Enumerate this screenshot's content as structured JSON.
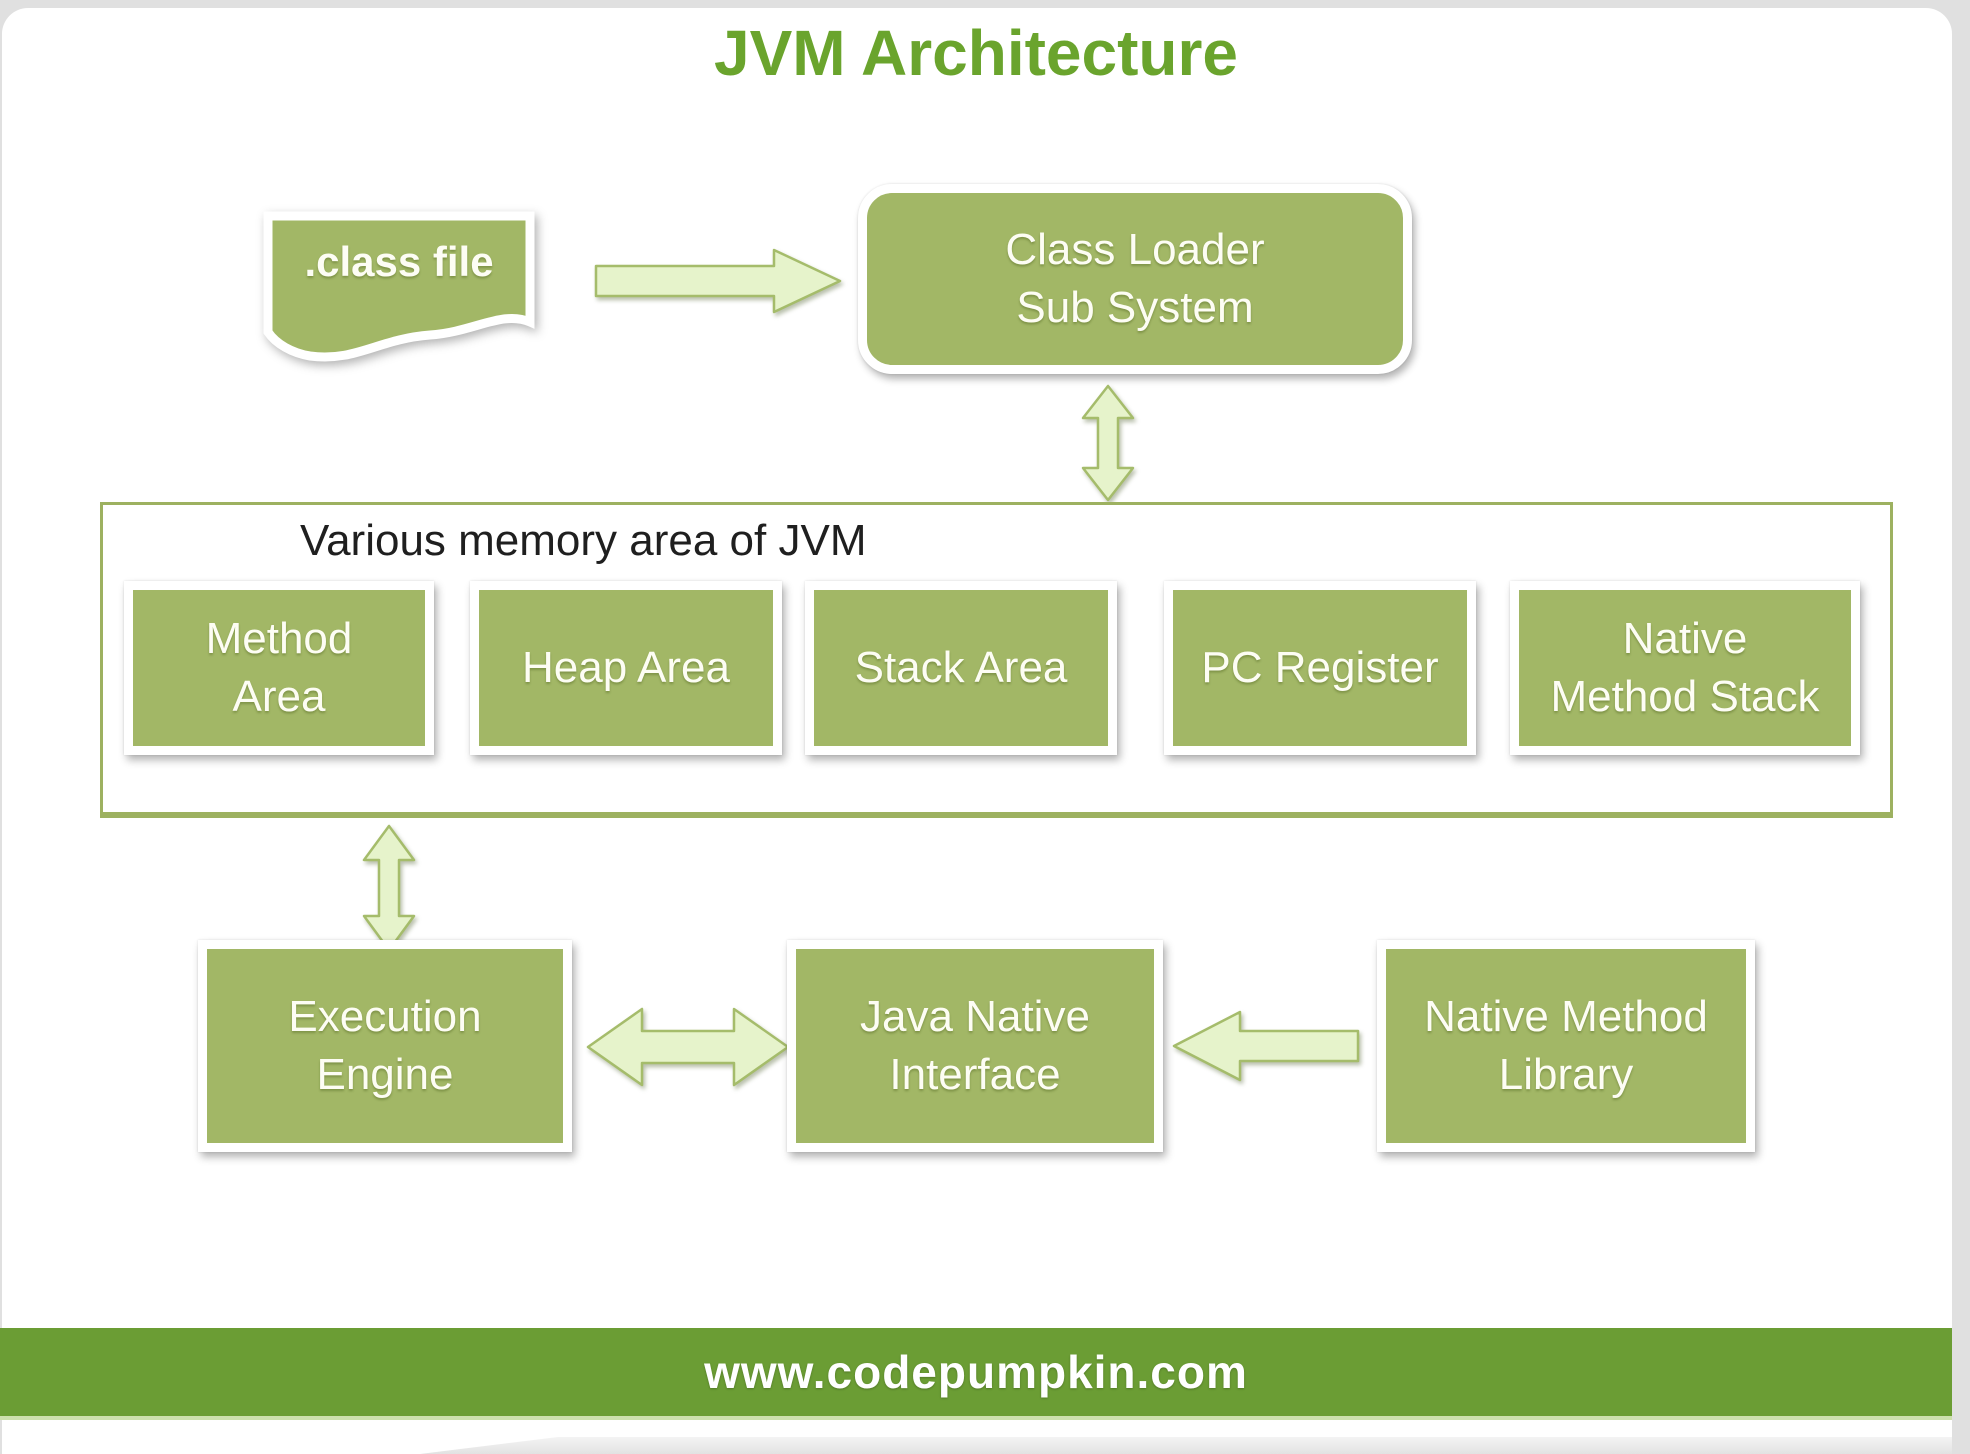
{
  "title": "JVM Architecture",
  "class_file": {
    "label": ".class file"
  },
  "class_loader": {
    "lines": [
      "Class Loader",
      "Sub System"
    ]
  },
  "memory_area": {
    "label": "Various memory area of JVM",
    "boxes": [
      {
        "id": "method-area",
        "lines": [
          "Method",
          "Area"
        ]
      },
      {
        "id": "heap-area",
        "lines": [
          "Heap Area"
        ]
      },
      {
        "id": "stack-area",
        "lines": [
          "Stack Area"
        ]
      },
      {
        "id": "pc-register",
        "lines": [
          "PC Register"
        ]
      },
      {
        "id": "native-method-stack",
        "lines": [
          "Native",
          "Method Stack"
        ]
      }
    ]
  },
  "execution_engine": {
    "lines": [
      "Execution",
      "Engine"
    ]
  },
  "java_native_interface": {
    "lines": [
      "Java Native",
      "Interface"
    ]
  },
  "native_method_library": {
    "lines": [
      "Native Method",
      "Library"
    ]
  },
  "footer": {
    "url": "www.codepumpkin.com"
  },
  "connectors": [
    {
      "name": "classfile-to-classloader",
      "type": "arrow-right"
    },
    {
      "name": "classloader-memory",
      "type": "double-arrow-vertical"
    },
    {
      "name": "memory-execution-engine",
      "type": "double-arrow-vertical"
    },
    {
      "name": "execution-engine-jni",
      "type": "double-arrow-horizontal"
    },
    {
      "name": "library-to-jni",
      "type": "arrow-left"
    }
  ],
  "colors": {
    "page_bg": "#e0e0e0",
    "card_bg": "#ffffff",
    "title_green": "#6aa42d",
    "footer_green": "#6b9d34",
    "box_green": "#a2b766",
    "box_text": "#fdfdf4",
    "border_green": "#9db160",
    "label_text": "#1f1f1f",
    "arrow_fill": "#e6f3cb",
    "arrow_stroke": "#a5bc6b"
  }
}
